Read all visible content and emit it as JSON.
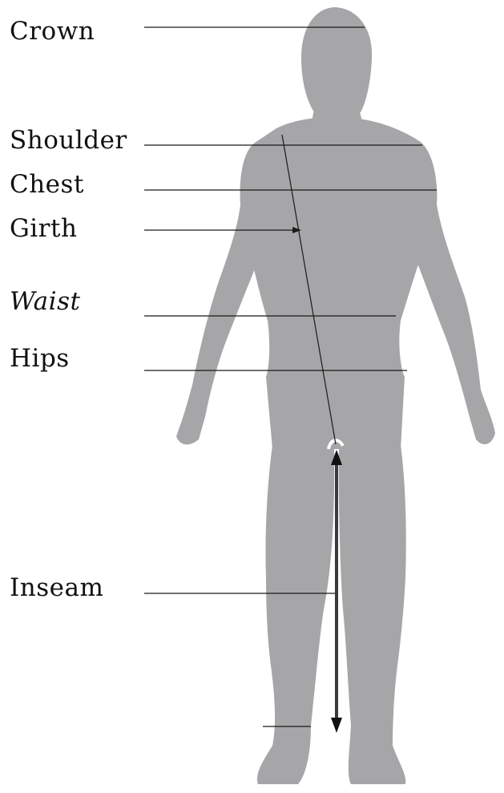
{
  "labels": {
    "crown": "Crown",
    "shoulder": "Shoulder",
    "chest": "Chest",
    "girth": "Girth",
    "waist": "Waist",
    "hips": "Hips",
    "inseam": "Inseam"
  },
  "colors": {
    "figure": "#a6a6a8",
    "line": "#1a1a1a",
    "background": "#ffffff"
  }
}
